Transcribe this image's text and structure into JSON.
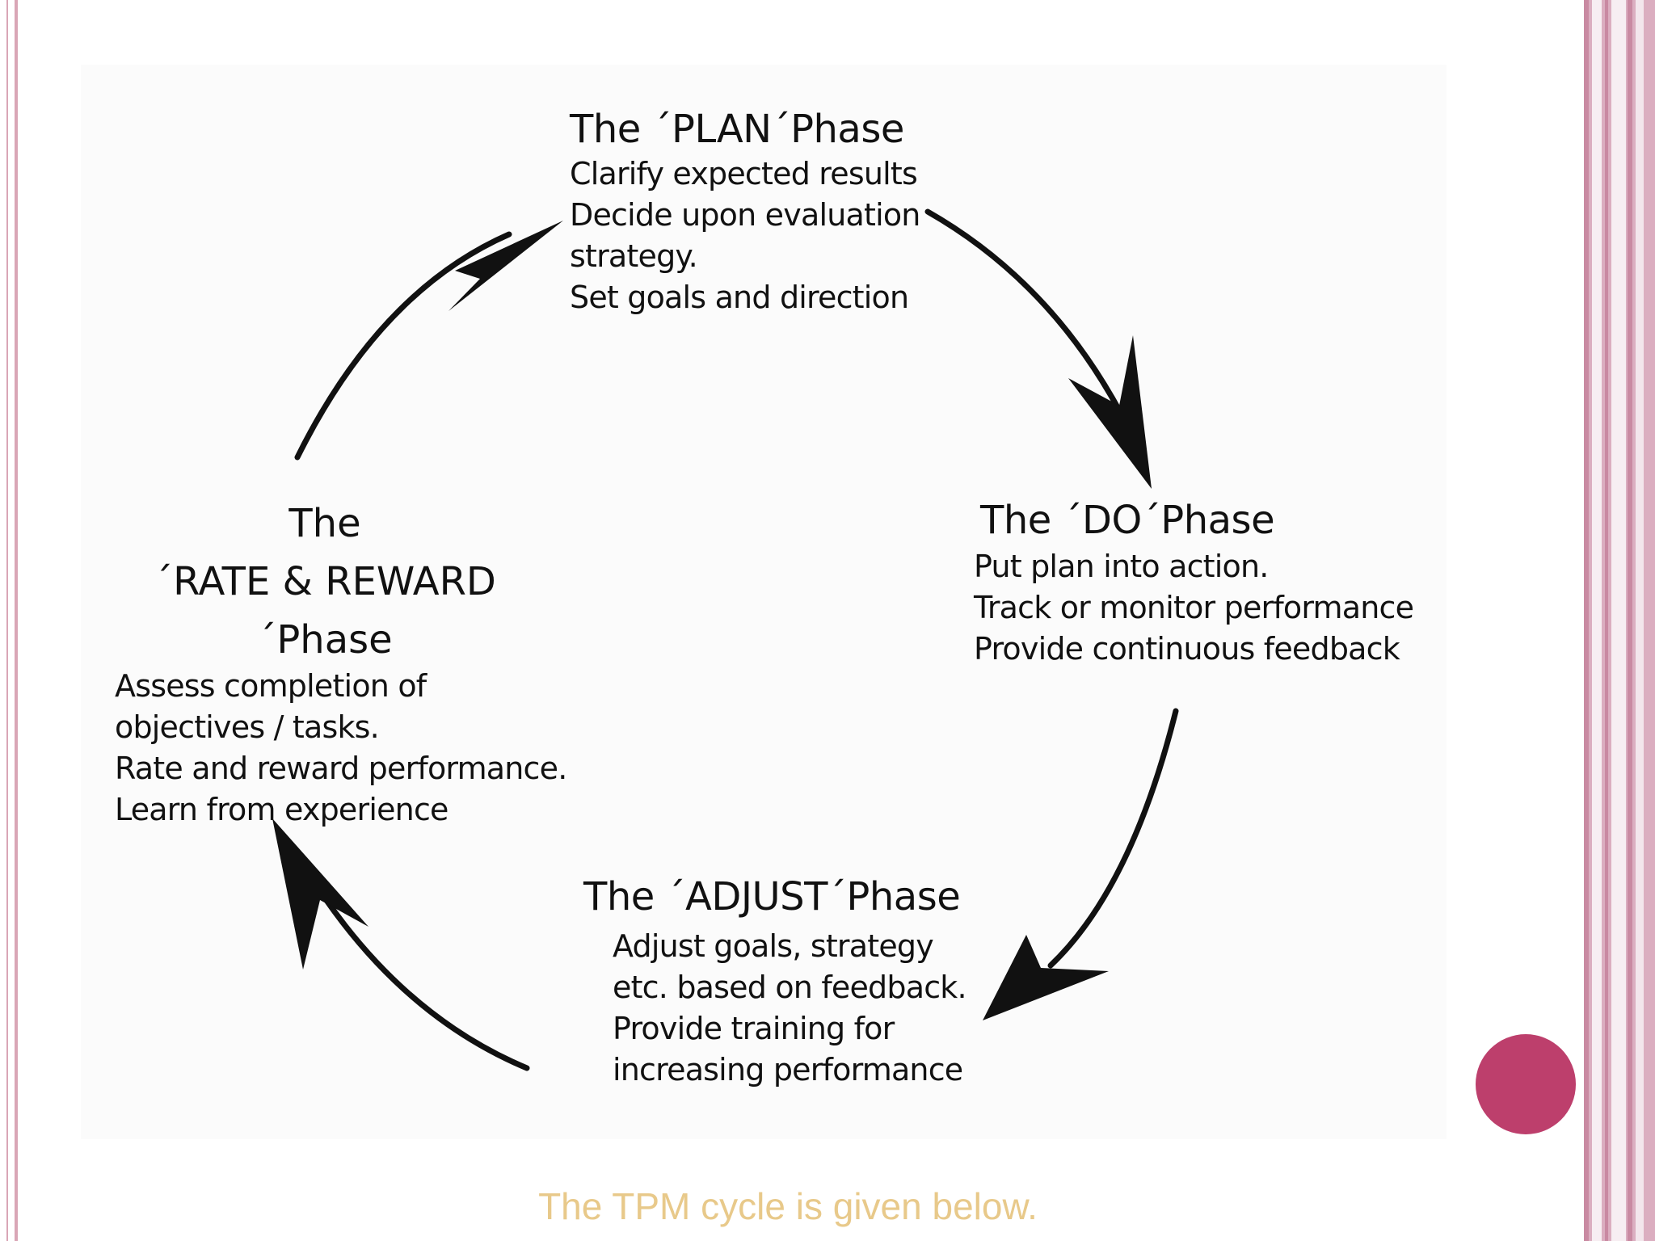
{
  "diagram": {
    "plan": {
      "title": "The ´PLAN´Phase",
      "lines": [
        "Clarify expected results",
        "Decide upon evaluation",
        "strategy.",
        "Set goals and direction"
      ]
    },
    "do": {
      "title": "The ´DO´Phase",
      "lines": [
        "Put plan into action.",
        "Track or monitor performance",
        "Provide continuous feedback"
      ]
    },
    "adjust": {
      "title": "The ´ADJUST´Phase",
      "lines": [
        "Adjust goals, strategy",
        "etc. based on feedback.",
        "Provide training for",
        "increasing performance"
      ]
    },
    "rate": {
      "title_lines": [
        "The",
        "´RATE & REWARD",
        "´Phase"
      ],
      "lines": [
        "Assess completion of",
        "objectives / tasks.",
        "Rate and reward performance.",
        "Learn from experience"
      ]
    }
  },
  "caption": "The TPM cycle is given below.",
  "colors": {
    "accent_dot": "#bd3f6c",
    "caption": "#e8c98a",
    "frame": "#d9a6b6"
  }
}
